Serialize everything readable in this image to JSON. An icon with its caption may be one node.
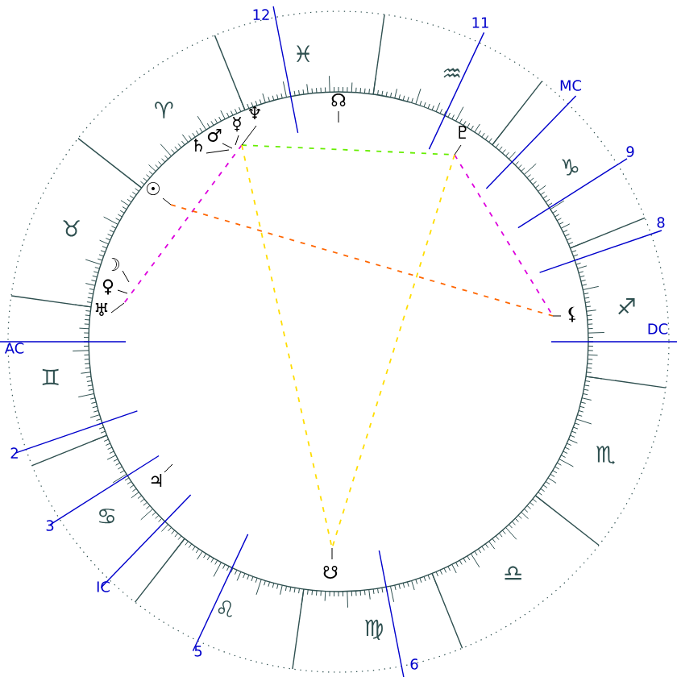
{
  "diagram": {
    "nodes": [
      {
        "text": [
          "♄"
        ]
      },
      {
        "text": [
          "♂"
        ]
      },
      {
        "text": [
          "☿"
        ]
      },
      {
        "text": [
          "♆"
        ]
      },
      {
        "text": [
          "☊"
        ]
      },
      {
        "text": [
          "♇"
        ]
      },
      {
        "text": [
          "☉"
        ]
      },
      {
        "text": [
          "☽"
        ]
      },
      {
        "text": [
          "♀"
        ]
      },
      {
        "text": [
          "♅"
        ]
      },
      {
        "text": [
          "⚸"
        ]
      },
      {
        "text": [
          "♃"
        ]
      },
      {
        "text": [
          "☋"
        ]
      }
    ],
    "edges": [
      {
        "from": 3,
        "to": 5,
        "arrow": "none",
        "style": "dashed",
        "color": "#66ee00"
      },
      {
        "from": 3,
        "to": 9,
        "arrow": "none",
        "style": "dashed",
        "color": "#dd00dd"
      },
      {
        "from": 5,
        "to": 10,
        "arrow": "none",
        "style": "dashed",
        "color": "#dd00dd"
      },
      {
        "from": 6,
        "to": 10,
        "arrow": "none",
        "style": "dashed",
        "color": "#ff6600"
      },
      {
        "from": 3,
        "to": 12,
        "arrow": "none",
        "style": "dashed",
        "color": "#ffdd00"
      },
      {
        "from": 5,
        "to": 12,
        "arrow": "none",
        "style": "dashed",
        "color": "#ffdd00"
      }
    ],
    "labels": [
      "12",
      "♓",
      "11",
      "♒",
      "MC",
      "♈",
      "9",
      "♑",
      "8",
      "♉",
      "♐",
      "DC",
      "AC",
      "♊",
      "♏",
      "2",
      "3",
      "♋",
      "IC",
      "♎",
      "♌",
      "♍",
      "5",
      "6"
    ]
  }
}
